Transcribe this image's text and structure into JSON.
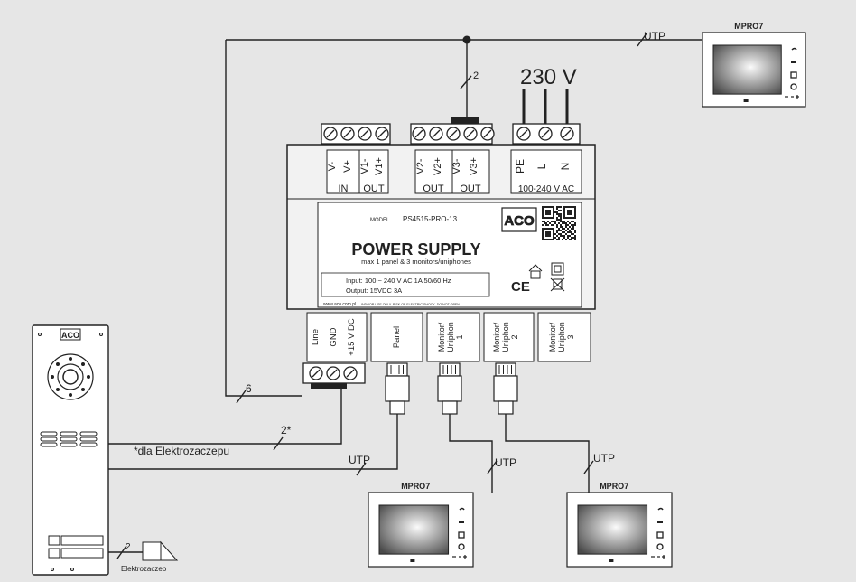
{
  "wiring": {
    "voltage": "230 V",
    "utp_top": "UTP",
    "utp_mid": "UTP",
    "utp_bottom_left": "UTP",
    "utp_bottom_right": "UTP",
    "label_2": "2",
    "label_6": "6",
    "label_2star": "2*",
    "label_2_lock": "2",
    "footnote": "*dla Elektrozaczepu",
    "lock_label": "Elektrozaczep"
  },
  "power_supply": {
    "terminals_left": [
      "V-",
      "V+",
      "V1-",
      "V1+"
    ],
    "terminals_mid": [
      "V2-",
      "V2+",
      "V3-",
      "V3+"
    ],
    "terminals_right": [
      "PE",
      "L",
      "N"
    ],
    "group_in": "IN",
    "group_out1": "OUT",
    "group_out2": "OUT",
    "group_out3": "OUT",
    "ac_range": "100-240 V AC",
    "model_prefix": "MODEL",
    "model": "PS4515-PRO-13",
    "brand": "ACO",
    "title": "POWER SUPPLY",
    "subtitle": "max 1 panel & 3 monitors/uniphones",
    "input": "Input: 100 ~ 240 V AC 1A    50/60 Hz",
    "output": "Output: 15VDC 3A",
    "website": "www.aco.com.pl",
    "warning": "INDOOR USE ONLY.   RISK OF ELECTRIC SHOCK. DO NOT    OPEN.",
    "ce": "CE",
    "bottom_terminals": [
      "Line",
      "GND",
      "+15 V DC"
    ],
    "port_panel": "Panel",
    "port_m1": "Monitor/ Uniphon 1",
    "port_m2": "Monitor/ Uniphon 2",
    "port_m3": "Monitor/ Uniphon 3"
  },
  "monitors": {
    "top": "MPRO7",
    "bottom_left": "MPRO7",
    "bottom_right": "MPRO7"
  },
  "door_panel": {
    "brand": "ACO"
  }
}
